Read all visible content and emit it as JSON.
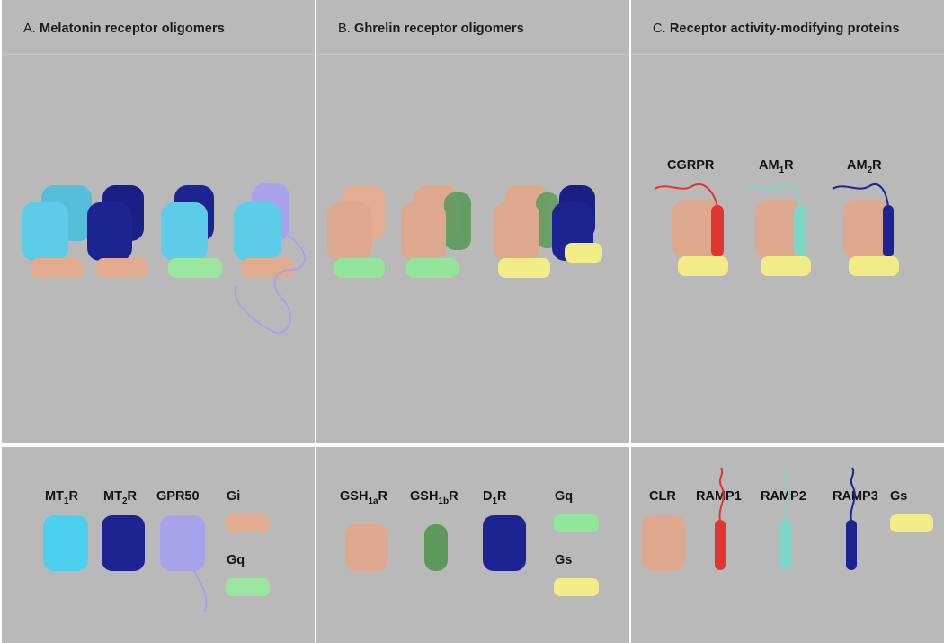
{
  "colors": {
    "background": "#b9b9b9",
    "mt1r": "#4bc8e6",
    "mt2r": "#1d2391",
    "gpr50": "#a7a3ea",
    "gi": "#e0a98f",
    "gq": "#92e59a",
    "gs": "#f2ec86",
    "gsh1ar": "#dea88e",
    "gsh1br": "#5b9a5b",
    "d1r": "#1d2391",
    "clr": "#dea88e",
    "ramp1": "#e0362f",
    "ramp2": "#7ed6c6",
    "ramp3": "#1d2391"
  },
  "panels": [
    {
      "title_letter": "A.",
      "title": "Melatonin receptor oligomers",
      "legend": [
        {
          "label": "MT",
          "sub": "1",
          "suffix": "R",
          "icon": "mt1-receptor-icon"
        },
        {
          "label": "MT",
          "sub": "2",
          "suffix": "R",
          "icon": "mt2-receptor-icon"
        },
        {
          "label": "GPR50",
          "sub": "",
          "suffix": "",
          "icon": "gpr50-receptor-icon"
        },
        {
          "label": "Gi",
          "sub": "",
          "suffix": "",
          "icon": "gi-protein-icon"
        },
        {
          "label": "Gq",
          "sub": "",
          "suffix": "",
          "icon": "gq-protein-icon"
        }
      ]
    },
    {
      "title_letter": "B.",
      "title": "Ghrelin receptor oligomers",
      "legend": [
        {
          "label": "GSH",
          "sub": "1a",
          "suffix": "R",
          "icon": "gsh1a-receptor-icon"
        },
        {
          "label": "GSH",
          "sub": "1b",
          "suffix": "R",
          "icon": "gsh1b-receptor-icon"
        },
        {
          "label": "D",
          "sub": "1",
          "suffix": "R",
          "icon": "d1-receptor-icon"
        },
        {
          "label": "Gq",
          "sub": "",
          "suffix": "",
          "icon": "gq-protein-icon"
        },
        {
          "label": "Gs",
          "sub": "",
          "suffix": "",
          "icon": "gs-protein-icon"
        }
      ]
    },
    {
      "title_letter": "C.",
      "title": "Receptor activity-modifying proteins",
      "complexes": [
        {
          "label": "CGRPR",
          "sub": "",
          "suffix": ""
        },
        {
          "label": "AM",
          "sub": "1",
          "suffix": "R"
        },
        {
          "label": "AM",
          "sub": "2",
          "suffix": "R"
        }
      ],
      "legend": [
        {
          "label": "CLR",
          "sub": "",
          "suffix": "",
          "icon": "clr-receptor-icon"
        },
        {
          "label": "RAMP1",
          "sub": "",
          "suffix": "",
          "icon": "ramp1-icon"
        },
        {
          "label": "RAMP2",
          "sub": "",
          "suffix": "",
          "icon": "ramp2-icon"
        },
        {
          "label": "RAMP3",
          "sub": "",
          "suffix": "",
          "icon": "ramp3-icon"
        },
        {
          "label": "Gs",
          "sub": "",
          "suffix": "",
          "icon": "gs-protein-icon"
        }
      ]
    }
  ]
}
